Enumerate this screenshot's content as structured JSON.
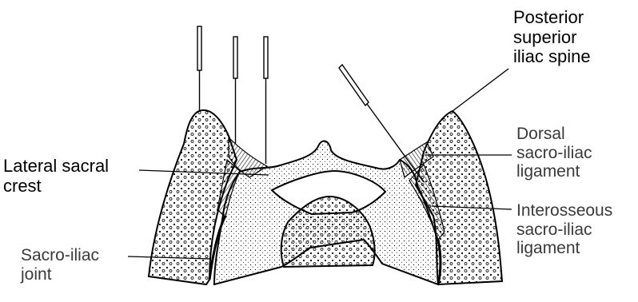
{
  "labels": {
    "posterior_superior_iliac_spine": "Posterior\nsuperior\niliac spine",
    "lateral_sacral_crest": "Lateral sacral\ncrest",
    "dorsal_sacro_iliac_ligament": "Dorsal\nsacro-iliac\nligament",
    "interosseous_sacro_iliac_ligament": "Interosseous\nsacro-iliac\nligament",
    "sacro_iliac_joint": "Sacro-iliac\njoint"
  },
  "colors": {
    "ink": "#000000",
    "secondary_label": "#3a3a3a",
    "bone_fill": "#f4f4f4",
    "background": "#ffffff"
  }
}
